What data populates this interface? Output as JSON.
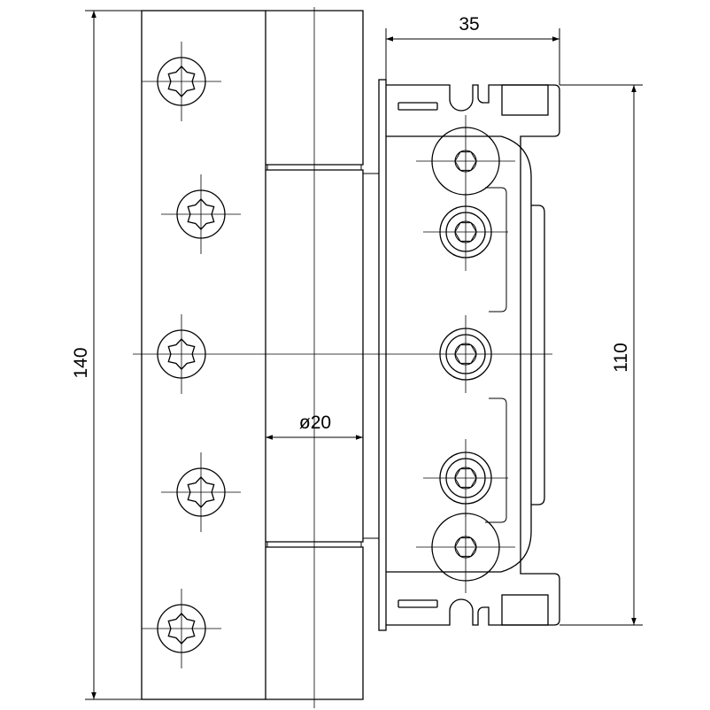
{
  "drawing": {
    "dimensions": {
      "total_height": "140",
      "width": "35",
      "diameter": "ø20",
      "inner_height": "110"
    }
  }
}
